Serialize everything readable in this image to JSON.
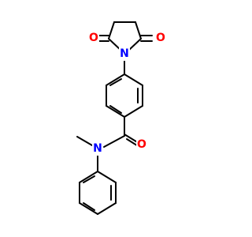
{
  "molecule": {
    "colors": {
      "bond": "#000000",
      "oxygen": "#FF0000",
      "nitrogen": "#0000FF",
      "background": "#FFFFFF"
    },
    "atoms": {
      "o_left": {
        "symbol": "O"
      },
      "o_right": {
        "symbol": "O"
      },
      "n_imide": {
        "symbol": "N"
      },
      "o_amide": {
        "symbol": "O"
      },
      "n_amide": {
        "symbol": "N"
      }
    }
  }
}
